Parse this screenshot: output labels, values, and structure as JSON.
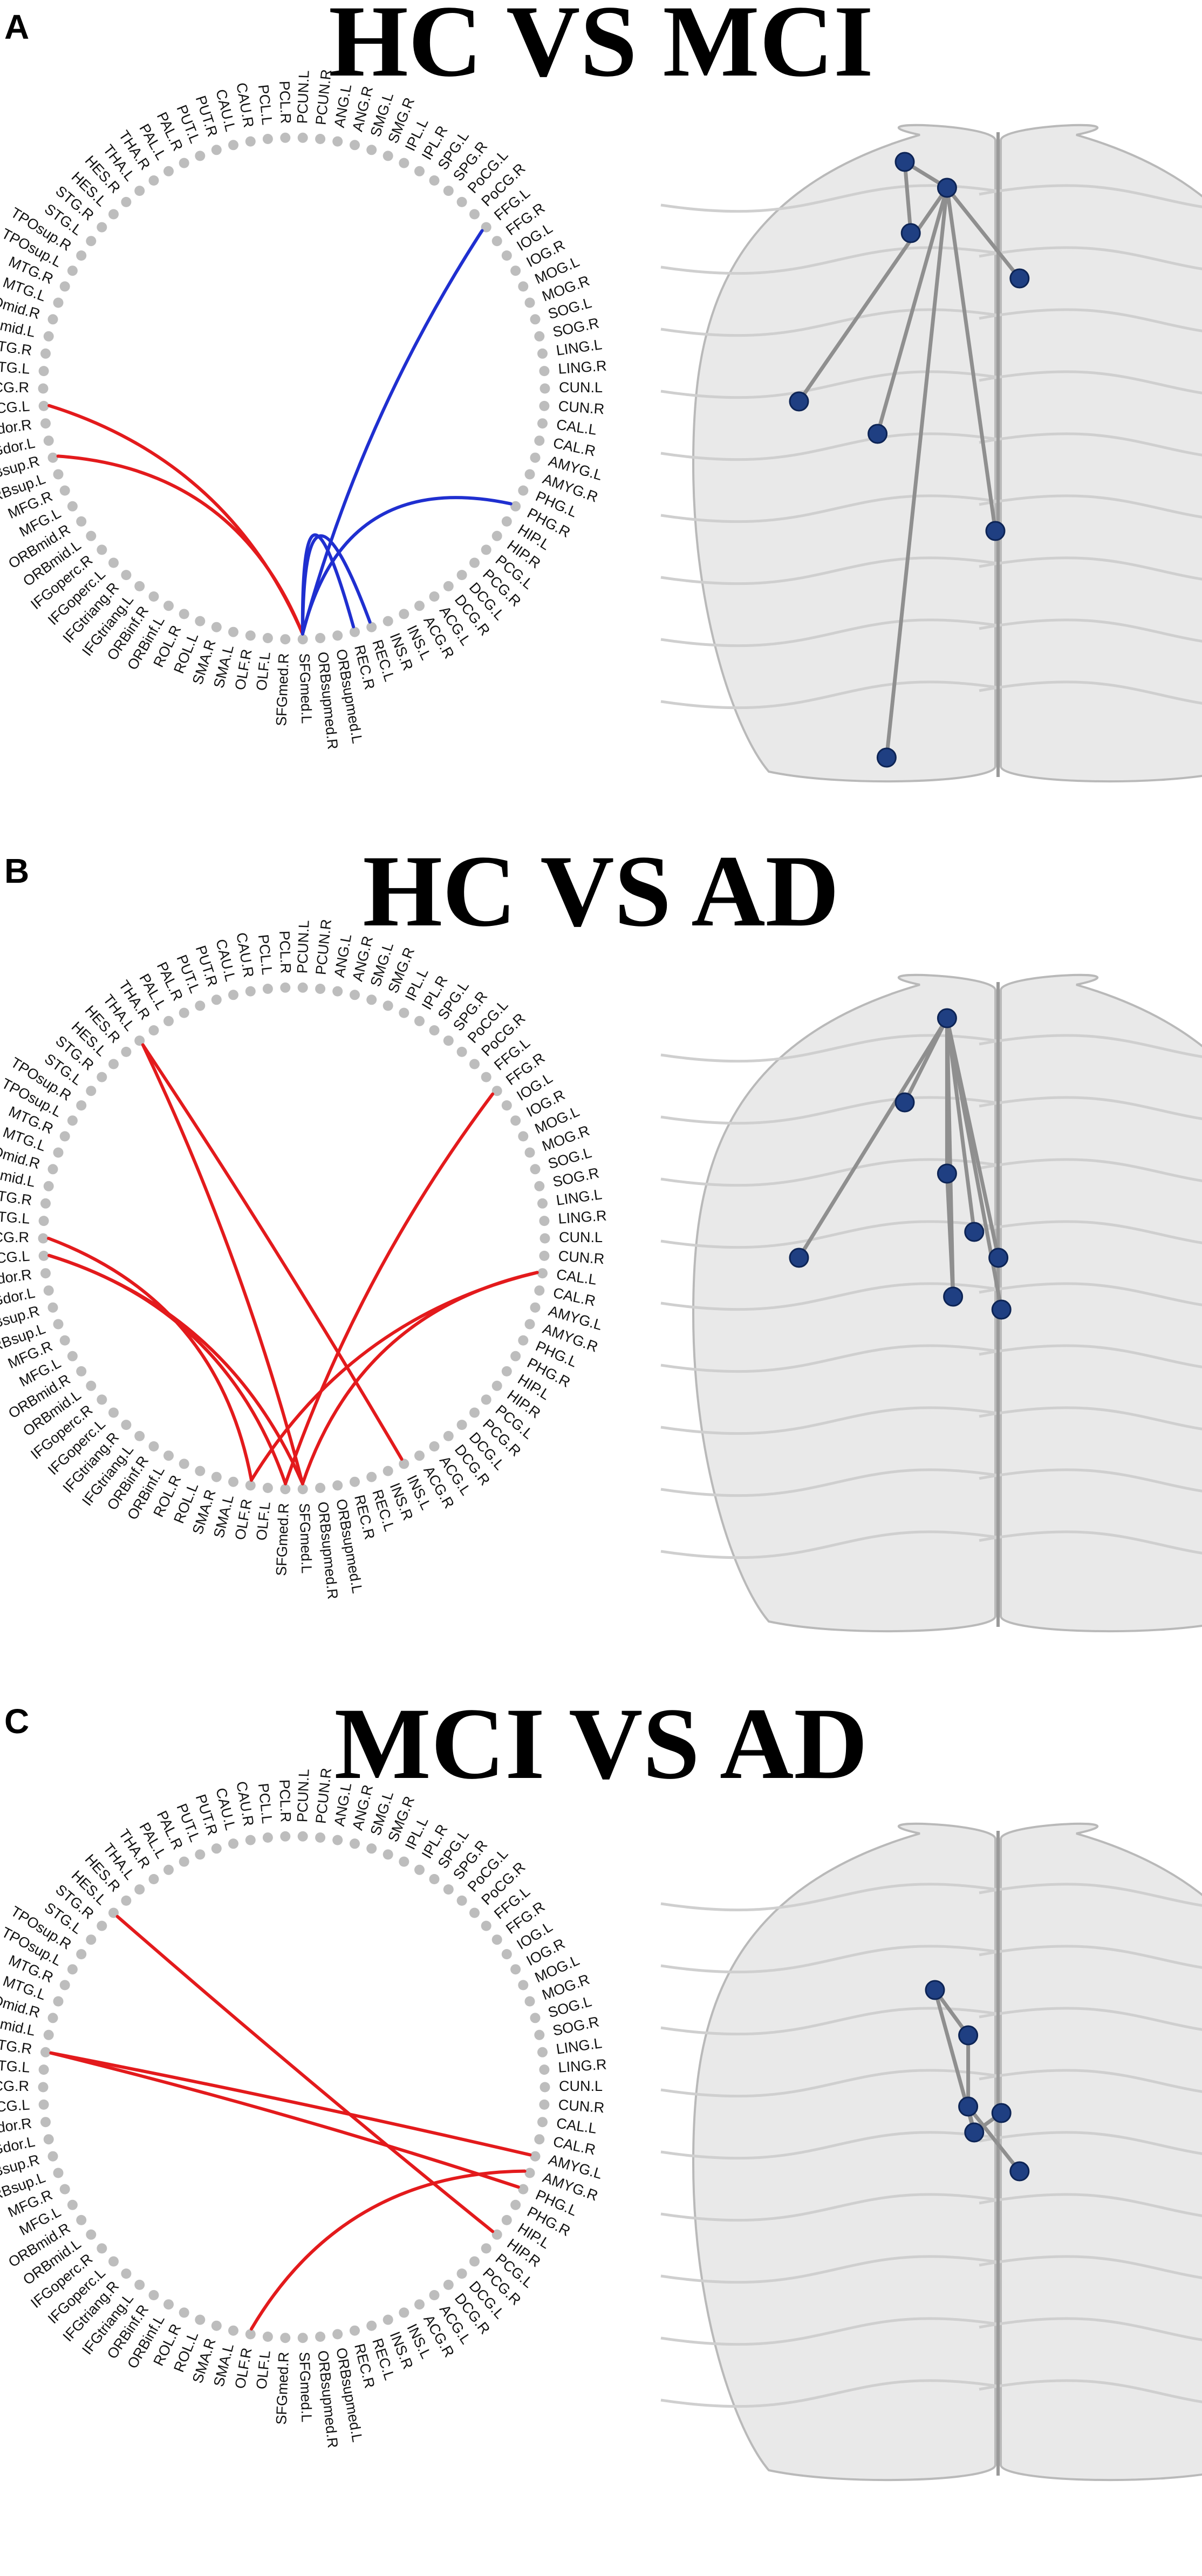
{
  "chart_data": [
    {
      "type": "chord",
      "panel": "A",
      "title": "HC VS MCI",
      "regions": [
        "PCUN.R",
        "ANG.L",
        "ANG.R",
        "SMG.L",
        "SMG.R",
        "IPL.L",
        "IPL.R",
        "SPG.L",
        "SPG.R",
        "PoCG.L",
        "PoCG.R",
        "FFG.L",
        "FFG.R",
        "IOG.L",
        "IOG.R",
        "MOG.L",
        "MOG.R",
        "SOG.L",
        "SOG.R",
        "LING.L",
        "LING.R",
        "CUN.L",
        "CUN.R",
        "CAL.L",
        "CAL.R",
        "AMYG.L",
        "AMYG.R",
        "PHG.L",
        "PHG.R",
        "HIP.L",
        "HIP.R",
        "PCG.L",
        "PCG.R",
        "DCG.L",
        "DCG.R",
        "ACG.L",
        "ACG.R",
        "INS.L",
        "INS.R",
        "REC.L",
        "REC.R",
        "ORBsupmed.L",
        "ORBsupmed.R",
        "SFGmed.L",
        "SFGmed.R",
        "OLF.L",
        "OLF.R",
        "SMA.L",
        "SMA.R",
        "ROL.L",
        "ROL.R",
        "ORBinf.L",
        "ORBinf.R",
        "IFGtriang.L",
        "IFGtriang.R",
        "IFGoperc.L",
        "IFGoperc.R",
        "ORBmid.L",
        "ORBmid.R",
        "MFG.L",
        "MFG.R",
        "ORBsup.L",
        "ORBsup.R",
        "SFGdor.L",
        "SFGdor.R",
        "PreCG.L",
        "PreCG.R",
        "ITG.L",
        "ITG.R",
        "TPOmid.L",
        "TPOmid.R",
        "MTG.L",
        "MTG.R",
        "TPOsup.L",
        "TPOsup.R",
        "STG.L",
        "STG.R",
        "HES.L",
        "HES.R",
        "THA.L",
        "THA.R",
        "PAL.L",
        "PAL.R",
        "PUT.L",
        "PUT.R",
        "CAU.L",
        "CAU.R",
        "PCL.L",
        "PCL.R",
        "PCUN.L"
      ],
      "connections": [
        {
          "from": "SFGmed.L",
          "to": "PreCG.L",
          "color": "#e31a1c"
        },
        {
          "from": "SFGmed.L",
          "to": "ORBsup.R",
          "color": "#e31a1c"
        },
        {
          "from": "SFGmed.L",
          "to": "FFG.L",
          "color": "#1f2fd0"
        },
        {
          "from": "SFGmed.L",
          "to": "PHG.R",
          "color": "#1f2fd0"
        },
        {
          "from": "SFGmed.L",
          "to": "REC.L",
          "color": "#1f2fd0"
        },
        {
          "from": "SFGmed.L",
          "to": "REC.R",
          "color": "#1f2fd0"
        }
      ],
      "brain_nodes": [
        {
          "x": 0.7,
          "y": 0.05
        },
        {
          "x": 0.84,
          "y": 0.09
        },
        {
          "x": 1.08,
          "y": 0.23
        },
        {
          "x": 0.72,
          "y": 0.16
        },
        {
          "x": 0.35,
          "y": 0.42
        },
        {
          "x": 0.61,
          "y": 0.47
        },
        {
          "x": 1.0,
          "y": 0.62
        },
        {
          "x": 0.64,
          "y": 0.97
        }
      ],
      "brain_edges": [
        [
          1,
          0
        ],
        [
          1,
          2
        ],
        [
          1,
          4
        ],
        [
          1,
          5
        ],
        [
          1,
          6
        ],
        [
          1,
          7
        ],
        [
          0,
          3
        ]
      ]
    },
    {
      "type": "chord",
      "panel": "B",
      "title": "HC VS AD",
      "regions": [
        "PCUN.R",
        "ANG.L",
        "ANG.R",
        "SMG.L",
        "SMG.R",
        "IPL.L",
        "IPL.R",
        "SPG.L",
        "SPG.R",
        "PoCG.L",
        "PoCG.R",
        "FFG.L",
        "FFG.R",
        "IOG.L",
        "IOG.R",
        "MOG.L",
        "MOG.R",
        "SOG.L",
        "SOG.R",
        "LING.L",
        "LING.R",
        "CUN.L",
        "CUN.R",
        "CAL.L",
        "CAL.R",
        "AMYG.L",
        "AMYG.R",
        "PHG.L",
        "PHG.R",
        "HIP.L",
        "HIP.R",
        "PCG.L",
        "PCG.R",
        "DCG.L",
        "DCG.R",
        "ACG.L",
        "ACG.R",
        "INS.L",
        "INS.R",
        "REC.L",
        "REC.R",
        "ORBsupmed.L",
        "ORBsupmed.R",
        "SFGmed.L",
        "SFGmed.R",
        "OLF.L",
        "OLF.R",
        "SMA.L",
        "SMA.R",
        "ROL.L",
        "ROL.R",
        "ORBinf.L",
        "ORBinf.R",
        "IFGtriang.L",
        "IFGtriang.R",
        "IFGoperc.L",
        "IFGoperc.R",
        "ORBmid.L",
        "ORBmid.R",
        "MFG.L",
        "MFG.R",
        "ORBsup.L",
        "ORBsup.R",
        "SFGdor.L",
        "SFGdor.R",
        "PreCG.L",
        "PreCG.R",
        "ITG.L",
        "ITG.R",
        "TPOmid.L",
        "TPOmid.R",
        "MTG.L",
        "MTG.R",
        "TPOsup.L",
        "TPOsup.R",
        "STG.L",
        "STG.R",
        "HES.L",
        "HES.R",
        "THA.L",
        "THA.R",
        "PAL.L",
        "PAL.R",
        "PUT.L",
        "PUT.R",
        "CAU.L",
        "CAU.R",
        "PCL.L",
        "PCL.R",
        "PCUN.L"
      ],
      "connections": [
        {
          "from": "THA.L",
          "to": "SFGmed.L",
          "color": "#e31a1c"
        },
        {
          "from": "THA.L",
          "to": "INS.L",
          "color": "#e31a1c"
        },
        {
          "from": "PreCG.L",
          "to": "SFGmed.R",
          "color": "#e31a1c"
        },
        {
          "from": "PreCG.L",
          "to": "SFGmed.L",
          "color": "#e31a1c"
        },
        {
          "from": "PreCG.R",
          "to": "OLF.R",
          "color": "#e31a1c"
        },
        {
          "from": "FFG.R",
          "to": "SFGmed.R",
          "color": "#e31a1c"
        },
        {
          "from": "CAL.L",
          "to": "SFGmed.L",
          "color": "#e31a1c"
        },
        {
          "from": "CAL.L",
          "to": "OLF.R",
          "color": "#e31a1c"
        }
      ],
      "brain_nodes": [
        {
          "x": 0.84,
          "y": 0.06
        },
        {
          "x": 0.7,
          "y": 0.19
        },
        {
          "x": 0.84,
          "y": 0.3
        },
        {
          "x": 0.93,
          "y": 0.39
        },
        {
          "x": 0.35,
          "y": 0.43
        },
        {
          "x": 1.01,
          "y": 0.43
        },
        {
          "x": 0.86,
          "y": 0.49
        },
        {
          "x": 1.02,
          "y": 0.51
        }
      ],
      "brain_edges": [
        [
          0,
          1
        ],
        [
          0,
          4
        ],
        [
          0,
          2
        ],
        [
          0,
          3
        ],
        [
          0,
          5
        ],
        [
          0,
          6
        ],
        [
          0,
          7
        ],
        [
          2,
          6
        ]
      ]
    },
    {
      "type": "chord",
      "panel": "C",
      "title": "MCI VS AD",
      "regions": [
        "PCUN.R",
        "ANG.L",
        "ANG.R",
        "SMG.L",
        "SMG.R",
        "IPL.L",
        "IPL.R",
        "SPG.L",
        "SPG.R",
        "PoCG.L",
        "PoCG.R",
        "FFG.L",
        "FFG.R",
        "IOG.L",
        "IOG.R",
        "MOG.L",
        "MOG.R",
        "SOG.L",
        "SOG.R",
        "LING.L",
        "LING.R",
        "CUN.L",
        "CUN.R",
        "CAL.L",
        "CAL.R",
        "AMYG.L",
        "AMYG.R",
        "PHG.L",
        "PHG.R",
        "HIP.L",
        "HIP.R",
        "PCG.L",
        "PCG.R",
        "DCG.L",
        "DCG.R",
        "ACG.L",
        "ACG.R",
        "INS.L",
        "INS.R",
        "REC.L",
        "REC.R",
        "ORBsupmed.L",
        "ORBsupmed.R",
        "SFGmed.L",
        "SFGmed.R",
        "OLF.L",
        "OLF.R",
        "SMA.L",
        "SMA.R",
        "ROL.L",
        "ROL.R",
        "ORBinf.L",
        "ORBinf.R",
        "IFGtriang.L",
        "IFGtriang.R",
        "IFGoperc.L",
        "IFGoperc.R",
        "ORBmid.L",
        "ORBmid.R",
        "MFG.L",
        "MFG.R",
        "ORBsup.L",
        "ORBsup.R",
        "SFGdor.L",
        "SFGdor.R",
        "PreCG.L",
        "PreCG.R",
        "ITG.L",
        "ITG.R",
        "TPOmid.L",
        "TPOmid.R",
        "MTG.L",
        "MTG.R",
        "TPOsup.L",
        "TPOsup.R",
        "STG.L",
        "STG.R",
        "HES.L",
        "HES.R",
        "THA.L",
        "THA.R",
        "PAL.L",
        "PAL.R",
        "PUT.L",
        "PUT.R",
        "CAU.L",
        "CAU.R",
        "PCL.L",
        "PCL.R",
        "PCUN.L"
      ],
      "connections": [
        {
          "from": "HES.L",
          "to": "HIP.R",
          "color": "#e31a1c"
        },
        {
          "from": "ITG.R",
          "to": "PHG.L",
          "color": "#e31a1c"
        },
        {
          "from": "ITG.R",
          "to": "AMYG.L",
          "color": "#e31a1c"
        },
        {
          "from": "OLF.R",
          "to": "AMYG.R",
          "color": "#e31a1c"
        }
      ],
      "brain_nodes": [
        {
          "x": 0.8,
          "y": 0.25
        },
        {
          "x": 0.91,
          "y": 0.32
        },
        {
          "x": 0.91,
          "y": 0.43
        },
        {
          "x": 0.93,
          "y": 0.47
        },
        {
          "x": 1.02,
          "y": 0.44
        },
        {
          "x": 1.08,
          "y": 0.53
        }
      ],
      "brain_edges": [
        [
          0,
          1
        ],
        [
          1,
          2
        ],
        [
          2,
          3
        ],
        [
          3,
          4
        ],
        [
          2,
          5
        ],
        [
          3,
          0
        ]
      ]
    }
  ]
}
